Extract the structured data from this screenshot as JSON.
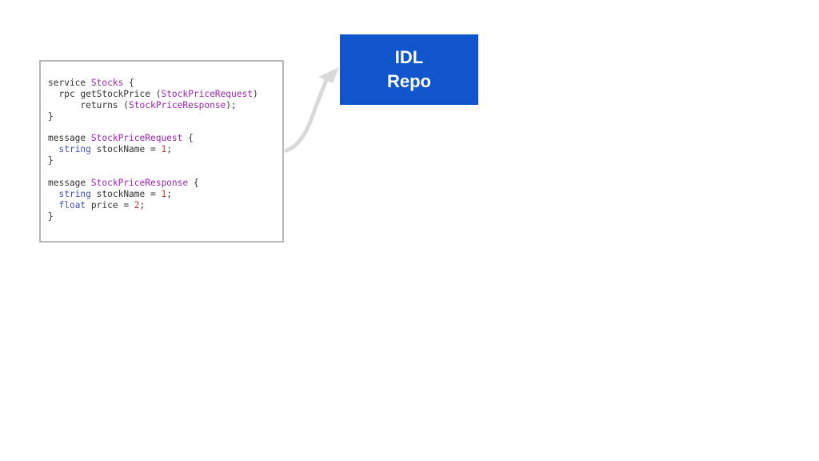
{
  "code": {
    "lines": [
      [
        {
          "t": "service ",
          "k": "kw"
        },
        {
          "t": "Stocks",
          "k": "type"
        },
        {
          "t": " {",
          "k": "plain"
        }
      ],
      [
        {
          "t": "  rpc getStockPrice (",
          "k": "plain"
        },
        {
          "t": "StockPriceRequest",
          "k": "type"
        },
        {
          "t": ")",
          "k": "plain"
        }
      ],
      [
        {
          "t": "      returns (",
          "k": "plain"
        },
        {
          "t": "StockPriceResponse",
          "k": "type"
        },
        {
          "t": ");",
          "k": "plain"
        }
      ],
      [
        {
          "t": "}",
          "k": "plain"
        }
      ],
      [
        {
          "t": "",
          "k": "plain"
        }
      ],
      [
        {
          "t": "message ",
          "k": "kw"
        },
        {
          "t": "StockPriceRequest",
          "k": "type"
        },
        {
          "t": " {",
          "k": "plain"
        }
      ],
      [
        {
          "t": "  ",
          "k": "plain"
        },
        {
          "t": "string",
          "k": "prim"
        },
        {
          "t": " stockName = ",
          "k": "plain"
        },
        {
          "t": "1",
          "k": "num"
        },
        {
          "t": ";",
          "k": "plain"
        }
      ],
      [
        {
          "t": "}",
          "k": "plain"
        }
      ],
      [
        {
          "t": "",
          "k": "plain"
        }
      ],
      [
        {
          "t": "message ",
          "k": "kw"
        },
        {
          "t": "StockPriceResponse",
          "k": "type"
        },
        {
          "t": " {",
          "k": "plain"
        }
      ],
      [
        {
          "t": "  ",
          "k": "plain"
        },
        {
          "t": "string",
          "k": "prim"
        },
        {
          "t": " stockName = ",
          "k": "plain"
        },
        {
          "t": "1",
          "k": "num"
        },
        {
          "t": ";",
          "k": "plain"
        }
      ],
      [
        {
          "t": "  ",
          "k": "plain"
        },
        {
          "t": "float",
          "k": "prim"
        },
        {
          "t": " price = ",
          "k": "plain"
        },
        {
          "t": "2",
          "k": "num"
        },
        {
          "t": ";",
          "k": "plain"
        }
      ],
      [
        {
          "t": "}",
          "k": "plain"
        }
      ]
    ]
  },
  "repo": {
    "line1": "IDL",
    "line2": "Repo",
    "color": "#1155cc"
  },
  "colors": {
    "type": "#9c27b0",
    "primitive": "#3f51b5",
    "number": "#c0392b",
    "border": "#b7b7b7",
    "arrow": "#d9d9d9"
  }
}
